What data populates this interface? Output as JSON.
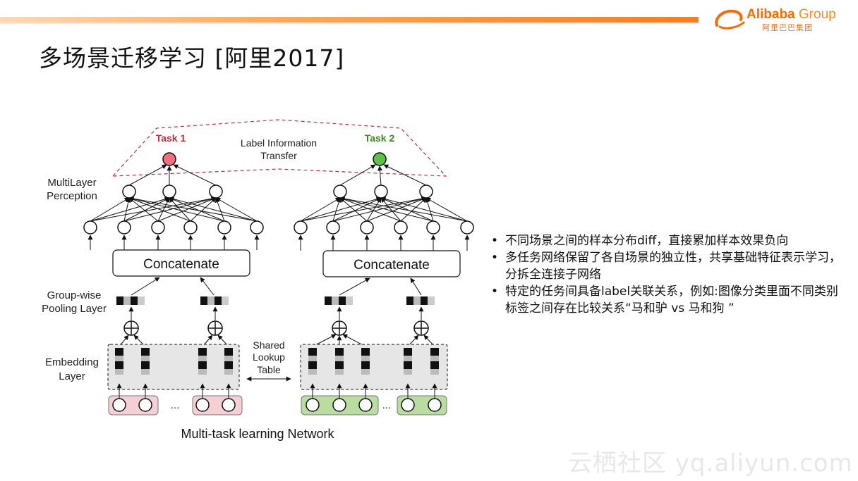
{
  "header": {
    "logo_text": "Alibaba",
    "logo_group": "Group",
    "logo_cn": "阿里巴巴集团",
    "brand_color": "#ff6a00"
  },
  "slide": {
    "title": "多场景迁移学习 [阿里2017]"
  },
  "diagram": {
    "task1_label": "Task 1",
    "task2_label": "Task 2",
    "task1_color": "#f0707e",
    "task2_color": "#5cc04a",
    "transfer_label_line1": "Label Information",
    "transfer_label_line2": "Transfer",
    "mlp_label_line1": "MultiLayer",
    "mlp_label_line2": "Perception",
    "concat_left": "Concatenate",
    "concat_right": "Concatenate",
    "pooling_label_line1": "Group-wise",
    "pooling_label_line2": "Pooling Layer",
    "embedding_label_line1": "Embedding",
    "embedding_label_line2": "Layer",
    "shared_label_line1": "Shared",
    "shared_label_line2": "Lookup",
    "shared_label_line3": "Table",
    "ellipsis_left": "...",
    "ellipsis_right": "...",
    "caption": "Multi-task learning Network"
  },
  "bullets": [
    "不同场景之间的样本分布diff，直接累加样本效果负向",
    "多任务网络保留了各自场景的独立性，共享基础特征表示学习，分拆全连接子网络",
    "特定的任务间具备label关联关系，例如:图像分类里面不同类别标签之间存在比较关系“马和驴  vs 马和狗 ”"
  ],
  "watermark": "云栖社区 yq.aliyun.com"
}
